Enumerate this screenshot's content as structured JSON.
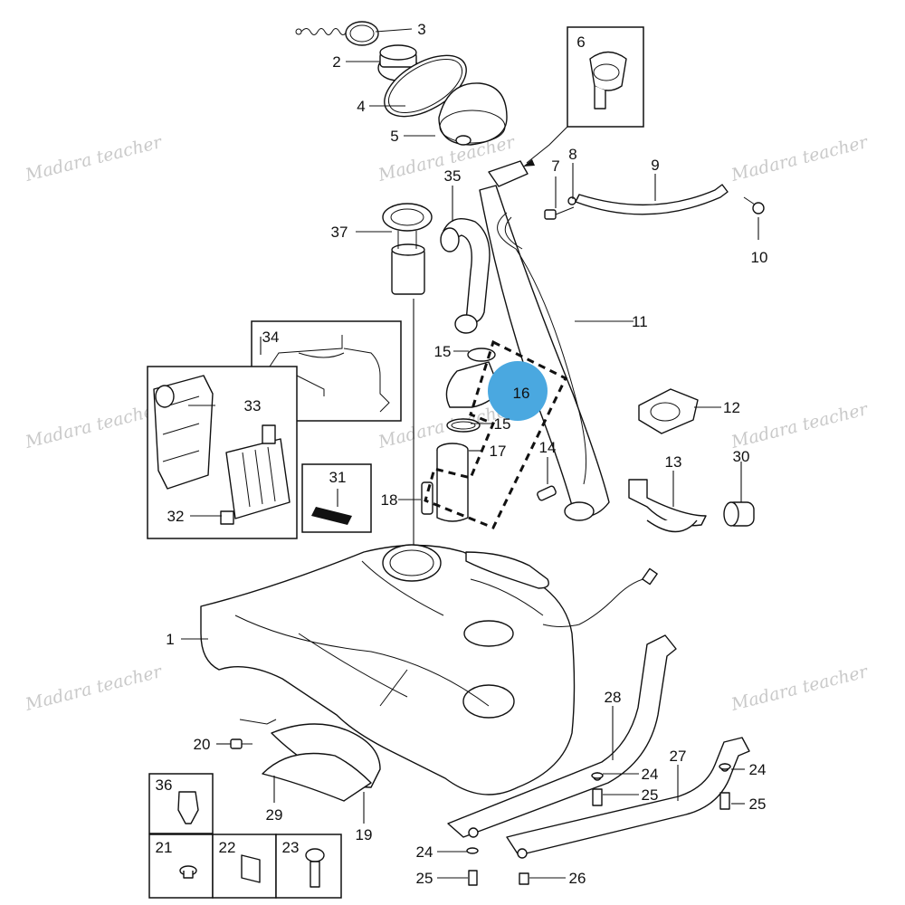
{
  "watermark": "Madara teacher",
  "highlight_color": "#4aa8e0",
  "callouts": {
    "c1": "1",
    "c2": "2",
    "c3": "3",
    "c4": "4",
    "c5": "5",
    "c6": "6",
    "c7": "7",
    "c8": "8",
    "c9": "9",
    "c10": "10",
    "c11": "11",
    "c12": "12",
    "c13": "13",
    "c14": "14",
    "c15a": "15",
    "c15b": "15",
    "c16": "16",
    "c17": "17",
    "c18": "18",
    "c19": "19",
    "c20": "20",
    "c21": "21",
    "c22": "22",
    "c23": "23",
    "c24a": "24",
    "c24b": "24",
    "c24c": "24",
    "c25a": "25",
    "c25b": "25",
    "c25c": "25",
    "c26": "26",
    "c27": "27",
    "c28": "28",
    "c29": "29",
    "c30": "30",
    "c31": "31",
    "c32": "32",
    "c33": "33",
    "c34": "34",
    "c35": "35",
    "c36": "36",
    "c37": "37"
  }
}
